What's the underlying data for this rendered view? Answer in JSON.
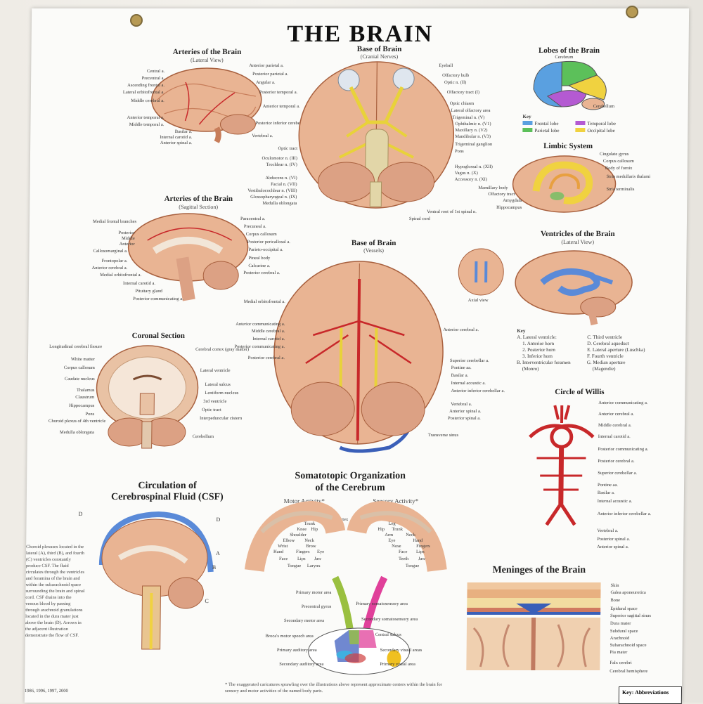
{
  "title": "THE BRAIN",
  "sections": {
    "arteries_lateral": {
      "title": "Arteries of the Brain",
      "subtitle": "(Lateral View)"
    },
    "base_nerves": {
      "title": "Base of Brain",
      "subtitle": "(Cranial Nerves)"
    },
    "lobes": {
      "title": "Lobes of the Brain",
      "key_title": "Key",
      "key": [
        "Frontal lobe",
        "Parietal lobe",
        "Temporal lobe",
        "Occipital lobe"
      ]
    },
    "arteries_sagittal": {
      "title": "Arteries of the Brain",
      "subtitle": "(Sagittal Section)"
    },
    "limbic": {
      "title": "Limbic System"
    },
    "base_vessels": {
      "title": "Base of Brain",
      "subtitle": "(Vessels)"
    },
    "ventricles": {
      "title": "Ventricles of the Brain",
      "subtitle": "(Lateral View)",
      "axial": "Axial view",
      "key_title": "Key",
      "key_left": [
        "A. Lateral ventricle:",
        "1. Anterior horn",
        "2. Posterior horn",
        "3. Inferior horn",
        "B. Interventricular foramen",
        "(Monro)"
      ],
      "key_right": [
        "C. Third ventricle",
        "D. Cerebral aqueduct",
        "E. Lateral aperture (Luschka)",
        "F. Fourth ventricle",
        "G. Median aperture",
        "(Magendie)"
      ]
    },
    "coronal": {
      "title": "Coronal Section"
    },
    "willis": {
      "title": "Circle of Willis"
    },
    "csf": {
      "title_line1": "Circulation of",
      "title_line2": "Cerebrospinal Fluid (CSF)",
      "text": "Choroid plexuses located in the lateral (A), third (B), and fourth (C) ventricles constantly produce CSF. The fluid circulates through the ventricles and foramina of the brain and within the subarachnoid space surrounding the brain and spinal cord. CSF drains into the venous blood by passing through arachnoid granulations located in the dura mater just above the brain (D). Arrows in the adjacent illustration demonstrate the flow of CSF."
    },
    "somato": {
      "title_line1": "Somatotopic Organization",
      "title_line2": "of the Cerebrum",
      "motor": "Motor Activity*",
      "sensory": "Sensory Activity*",
      "cortex": "Cortex",
      "footnote": "* The exaggerated caricatures sprawling over the illustrations above represent approximate centers within the brain for sensory and motor activities of the named body parts."
    },
    "meninges": {
      "title": "Meninges of the Brain"
    }
  },
  "labels": {
    "arteries_lateral_right": [
      "Anterior parietal a.",
      "Posterior parietal a.",
      "Angular a.",
      "Posterior temporal a.",
      "Anterior temporal a.",
      "Posterior inferior cerebellar a.",
      "Vertebral a."
    ],
    "arteries_lateral_left": [
      "Central a.",
      "Precentral a.",
      "Ascending frontal a.",
      "Lateral orbitofrontal a.",
      "Middle cerebral a.",
      "Anterior temporal a.",
      "Middle temporal a.",
      "Basilar a.",
      "Internal carotid a.",
      "Anterior spinal a."
    ],
    "base_nerves_right": [
      "Eyeball",
      "Olfactory bulb",
      "Optic n. (II)",
      "Olfactory tract (I)",
      "Optic chiasm",
      "Lateral olfactory area",
      "Trigeminal n. (V)",
      "Ophthalmic n. (V1)",
      "Maxillary n. (V2)",
      "Mandibular n. (V3)",
      "Trigeminal ganglion",
      "Pons",
      "Hypoglossal n. (XII)",
      "Vagus n. (X)",
      "Accessory n. (XI)"
    ],
    "base_nerves_left": [
      "Optic tract",
      "Oculomotor n. (III)",
      "Trochlear n. (IV)",
      "Abducens n. (VI)",
      "Facial n. (VII)",
      "Vestibulocochlear n. (VIII)",
      "Glossopharyngeal n. (IX)",
      "Medulla oblongata"
    ],
    "base_nerves_bottom": [
      "Ventral root of 1st spinal n.",
      "Spinal cord"
    ],
    "lobes_labels": [
      "Cerebrum",
      "Cerebellum"
    ],
    "arteries_sagittal_right": [
      "Paracentral a.",
      "Precuneal a.",
      "Corpus callosum",
      "Posterior pericallosal a.",
      "Parieto-occipital a.",
      "Pineal body",
      "Calcarine a.",
      "Posterior cerebral a."
    ],
    "arteries_sagittal_left": [
      "Medial frontal branches",
      "Posterior",
      "Middle",
      "Anterior",
      "Callosomarginal a.",
      "Frontopolar a.",
      "Anterior cerebral a.",
      "Medial orbitofrontal a.",
      "Internal carotid a.",
      "Pituitary gland",
      "Posterior communicating a."
    ],
    "limbic_right": [
      "Cingulate gyrus",
      "Corpus callosum",
      "Body of fornix",
      "Stria medullaris thalami",
      "Stria terminalis"
    ],
    "limbic_left": [
      "Mamillary body",
      "Olfactory tract",
      "Amygdala",
      "Hippocampus"
    ],
    "base_vessels_left": [
      "Medial orbitofrontal a.",
      "Anterior communicating a.",
      "Middle cerebral a.",
      "Internal carotid a.",
      "Posterior communicating a.",
      "Posterior cerebral a."
    ],
    "base_vessels_right": [
      "Anterior cerebral a.",
      "Superior cerebellar a.",
      "Pontine aa.",
      "Basilar a.",
      "Internal acoustic a.",
      "Anterior inferior cerebellar a.",
      "Vertebral a.",
      "Anterior spinal a.",
      "Posterior spinal a.",
      "Transverse sinus"
    ],
    "coronal_left": [
      "Longitudinal cerebral fissure",
      "White matter",
      "Corpus callosum",
      "Caudate nucleus",
      "Thalamus",
      "Claustrum",
      "Hippocampus",
      "Pons",
      "Choroid plexus of 4th ventricle",
      "Medulla oblongata"
    ],
    "coronal_right": [
      "Cerebral cortex (gray matter)",
      "Lateral ventricle",
      "Lateral sulcus",
      "Lentiform nucleus",
      "3rd ventricle",
      "Optic tract",
      "Interpeduncular cistern",
      "Cerebellum"
    ],
    "willis_right": [
      "Anterior communicating a.",
      "Anterior cerebral a.",
      "Middle cerebral a.",
      "Internal carotid a.",
      "Posterior communicating a.",
      "Posterior cerebral a.",
      "Superior cerebellar a.",
      "Pontine aa.",
      "Basilar a.",
      "Internal acoustic a.",
      "Anterior inferior cerebellar a.",
      "Vertebral a.",
      "Posterior spinal a.",
      "Anterior spinal a."
    ],
    "csf_letters": [
      "D",
      "A",
      "B",
      "C"
    ],
    "somato_motor_labels": [
      "Trunk",
      "Hip",
      "Knee",
      "Shoulder",
      "Elbow",
      "Wrist",
      "Hand",
      "Fingers",
      "Neck",
      "Brow",
      "Eye",
      "Face",
      "Lips",
      "Jaw",
      "Tongue",
      "Larynx"
    ],
    "somato_sensory_labels": [
      "Leg",
      "Hip",
      "Trunk",
      "Neck",
      "Arm",
      "Hand",
      "Fingers",
      "Eye",
      "Nose",
      "Face",
      "Lips",
      "Teeth",
      "Jaw",
      "Tongue"
    ],
    "somato_left": [
      "Primary motor area",
      "Precentral gyrus",
      "Secondary motor area",
      "Broca's motor speech area",
      "Primary auditory area",
      "Secondary auditory area"
    ],
    "somato_right": [
      "Primary somatosensory area",
      "Secondary somatosensory area",
      "Central sulcus",
      "Secondary visual areas",
      "Primary visual area"
    ],
    "meninges_right": [
      "Skin",
      "Galea aponeurotica",
      "Bone",
      "Epidural space",
      "Superior sagittal sinus",
      "Dura mater",
      "Subdural space",
      "Arachnoid",
      "Subarachnoid space",
      "Pia mater",
      "Falx cerebri",
      "Cerebral hemisphere"
    ]
  },
  "copyright": "1986, 1996, 1997, 2000",
  "key_box": "Key: Abbreviations",
  "colors": {
    "brain": "#e9b493",
    "brain_dark": "#c77d5a",
    "nerve": "#e8d23a",
    "artery": "#c8282a",
    "vein": "#3a5fb8",
    "frontal": "#5aa0e0",
    "parietal": "#5cc05a",
    "temporal": "#b45ad2",
    "occipital": "#f0d240"
  }
}
